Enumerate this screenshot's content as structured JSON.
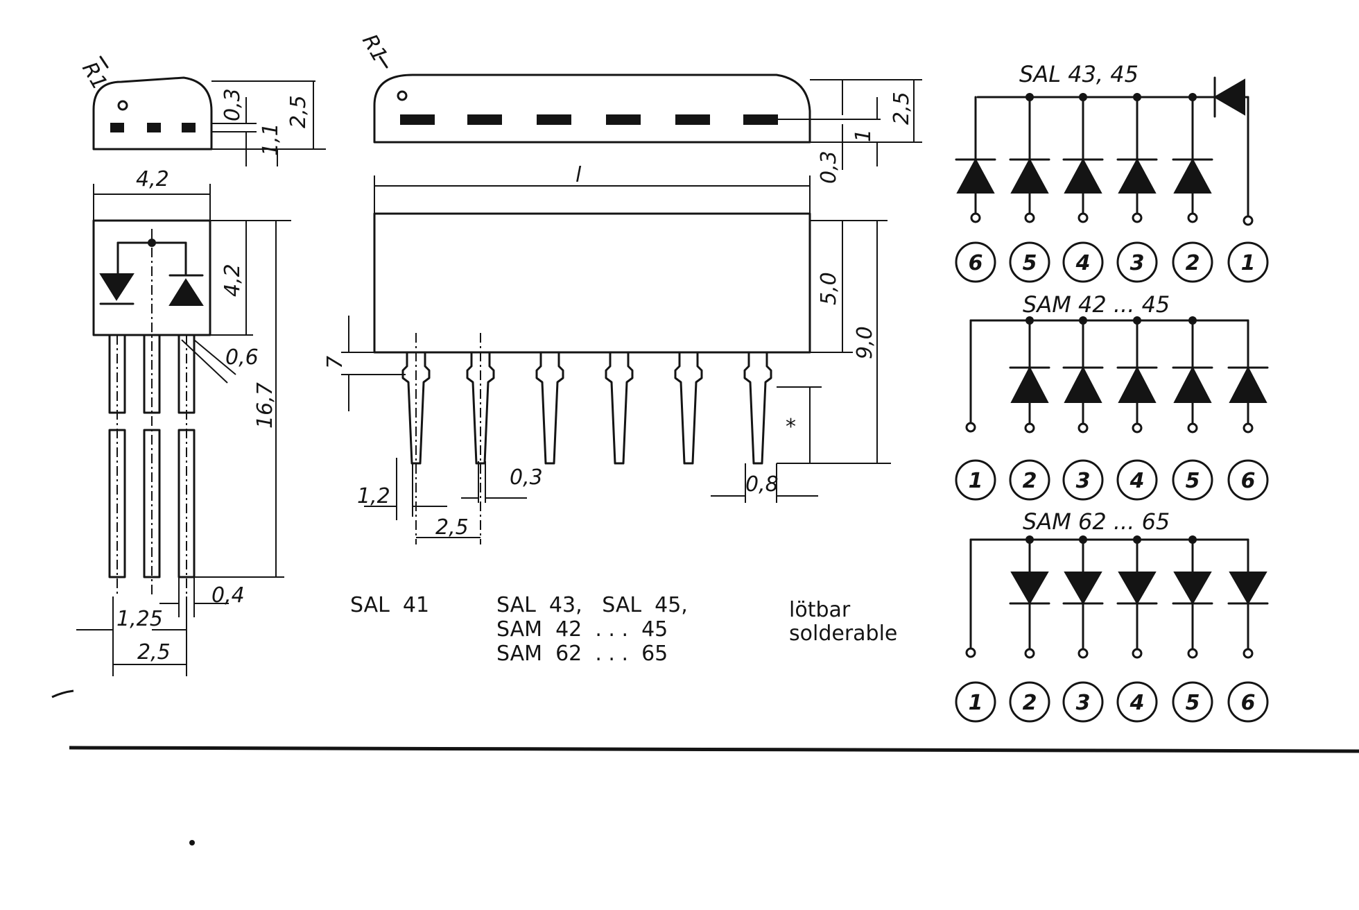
{
  "labels": {
    "sal41": "SAL  41",
    "group_line1": "SAL  43,   SAL  45,",
    "group_line2": "SAM  42  . . .  45",
    "group_line3": "SAM  62  . . .  65",
    "solder_de": "lötbar",
    "solder_en": "solderable"
  },
  "dims": {
    "r1": "R1",
    "d03": "0,3",
    "d11": "1,1",
    "d25": "2,5",
    "d42": "4,2",
    "d06": "0,6",
    "d167": "16,7",
    "d04": "0,4",
    "d125": "1,25",
    "l": "l",
    "d1": "1",
    "d50": "5,0",
    "d90": "9,0",
    "d7": "7",
    "d12": "1,2",
    "d08": "0,8",
    "star": "*"
  },
  "schematics": [
    {
      "title": "SAL 43, 45",
      "pins": [
        "6",
        "5",
        "4",
        "3",
        "2",
        "1"
      ]
    },
    {
      "title": "SAM 42 ... 45",
      "pins": [
        "1",
        "2",
        "3",
        "4",
        "5",
        "6"
      ]
    },
    {
      "title": "SAM 62 ... 65",
      "pins": [
        "1",
        "2",
        "3",
        "4",
        "5",
        "6"
      ]
    }
  ]
}
